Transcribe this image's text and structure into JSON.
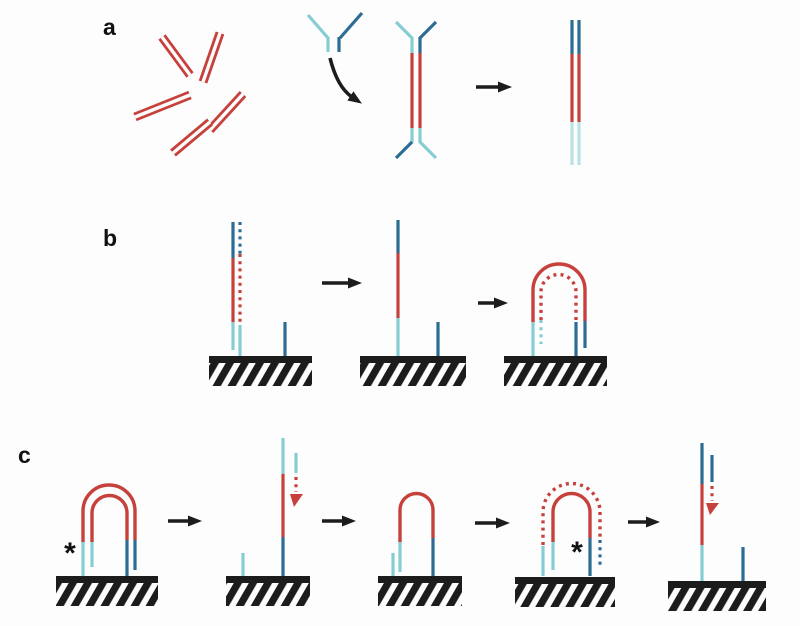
{
  "panels": {
    "a": "a",
    "b": "b",
    "c": "c"
  },
  "markers": {
    "panel_c_step1_asterisk": "*",
    "panel_c_step4_asterisk": "*"
  },
  "colors": {
    "strand-red": "#c7413c",
    "strand-cyan": "#85ccd3",
    "strand-cyan-pale": "#b9e2e6",
    "strand-blue": "#2d6c94",
    "arrow-black": "#1c1c1c"
  }
}
